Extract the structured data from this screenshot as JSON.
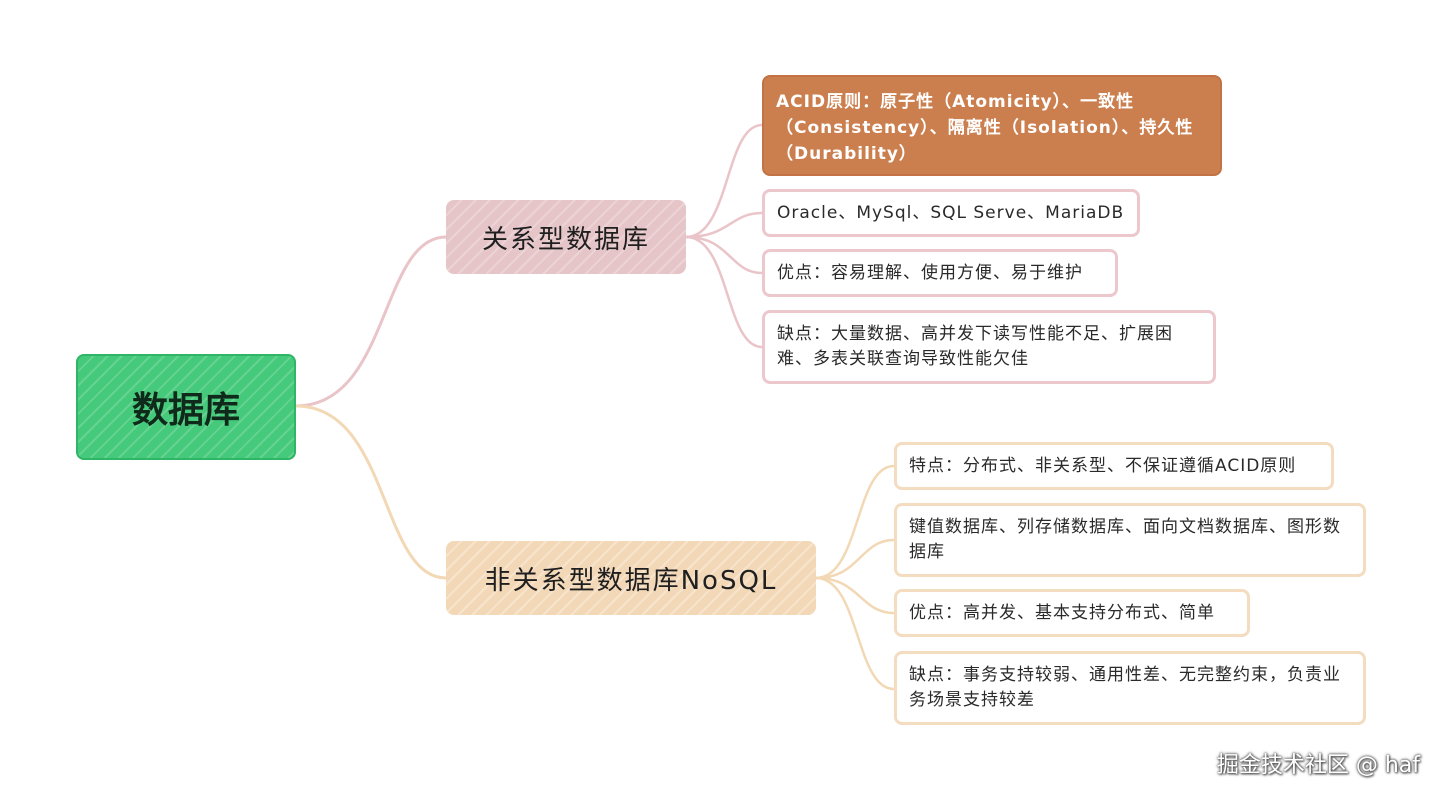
{
  "root": {
    "label": "数据库"
  },
  "relational": {
    "label": "关系型数据库",
    "items": [
      "ACID原则：原子性（Atomicity）、一致性（Consistency）、隔离性（Isolation）、持久性（Durability）",
      "Oracle、MySql、SQL Serve、MariaDB",
      "优点：容易理解、使用方便、易于维护",
      "缺点：大量数据、高并发下读写性能不足、扩展困难、多表关联查询导致性能欠佳"
    ]
  },
  "nosql": {
    "label": "非关系型数据库NoSQL",
    "items": [
      "特点：分布式、非关系型、不保证遵循ACID原则",
      "键值数据库、列存储数据库、面向文档数据库、图形数据库",
      "优点：高并发、基本支持分布式、简单",
      "缺点：事务支持较弱、通用性差、无完整约束，负责业务场景支持较差"
    ]
  },
  "watermark": "掘金技术社区 @ haf",
  "colors": {
    "root": "#45c97a",
    "relational": "#e6c5c8",
    "nosql": "#f3d8b8",
    "acid": "#cc7f4e",
    "link_relational": "#e9c4c8",
    "link_nosql": "#f2d8b5"
  }
}
